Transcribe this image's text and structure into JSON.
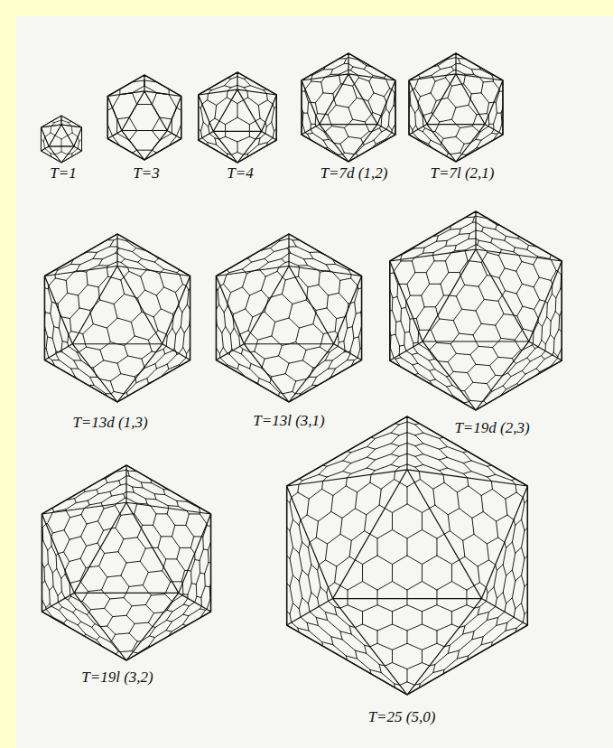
{
  "diagram": {
    "labels": [
      "T=1",
      "T=3",
      "T=4",
      "T=7d (1,2)",
      "T=7l (2,1)",
      "T=13d (1,3)",
      "T=13l (3,1)",
      "T=19d (2,3)",
      "T=19l (3,2)",
      "T=25 (5,0)"
    ]
  }
}
